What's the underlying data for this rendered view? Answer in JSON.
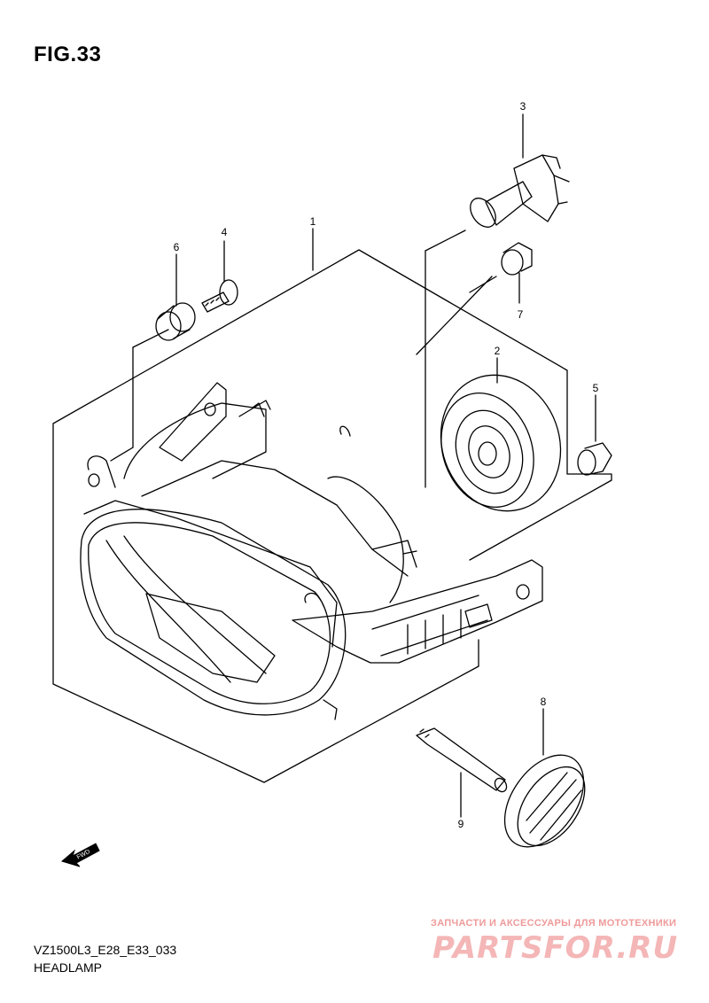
{
  "figure": {
    "title": "FIG.33",
    "model_code": "VZ1500L3_E28_E33_033",
    "name": "HEADLAMP"
  },
  "callouts": [
    "1",
    "2",
    "3",
    "4",
    "5",
    "6",
    "7",
    "8",
    "9"
  ],
  "direction_arrow": {
    "label": "FWD",
    "icon": "fwd-arrow-icon"
  },
  "watermark": {
    "tagline": "ЗАПЧАСТИ И АКСЕССУАРЫ ДЛЯ МОТОТЕХНИКИ",
    "brand": "PARTSFOR.RU"
  },
  "colors": {
    "line": "#000000",
    "background": "#ffffff",
    "watermark": "#f4b6b6"
  }
}
